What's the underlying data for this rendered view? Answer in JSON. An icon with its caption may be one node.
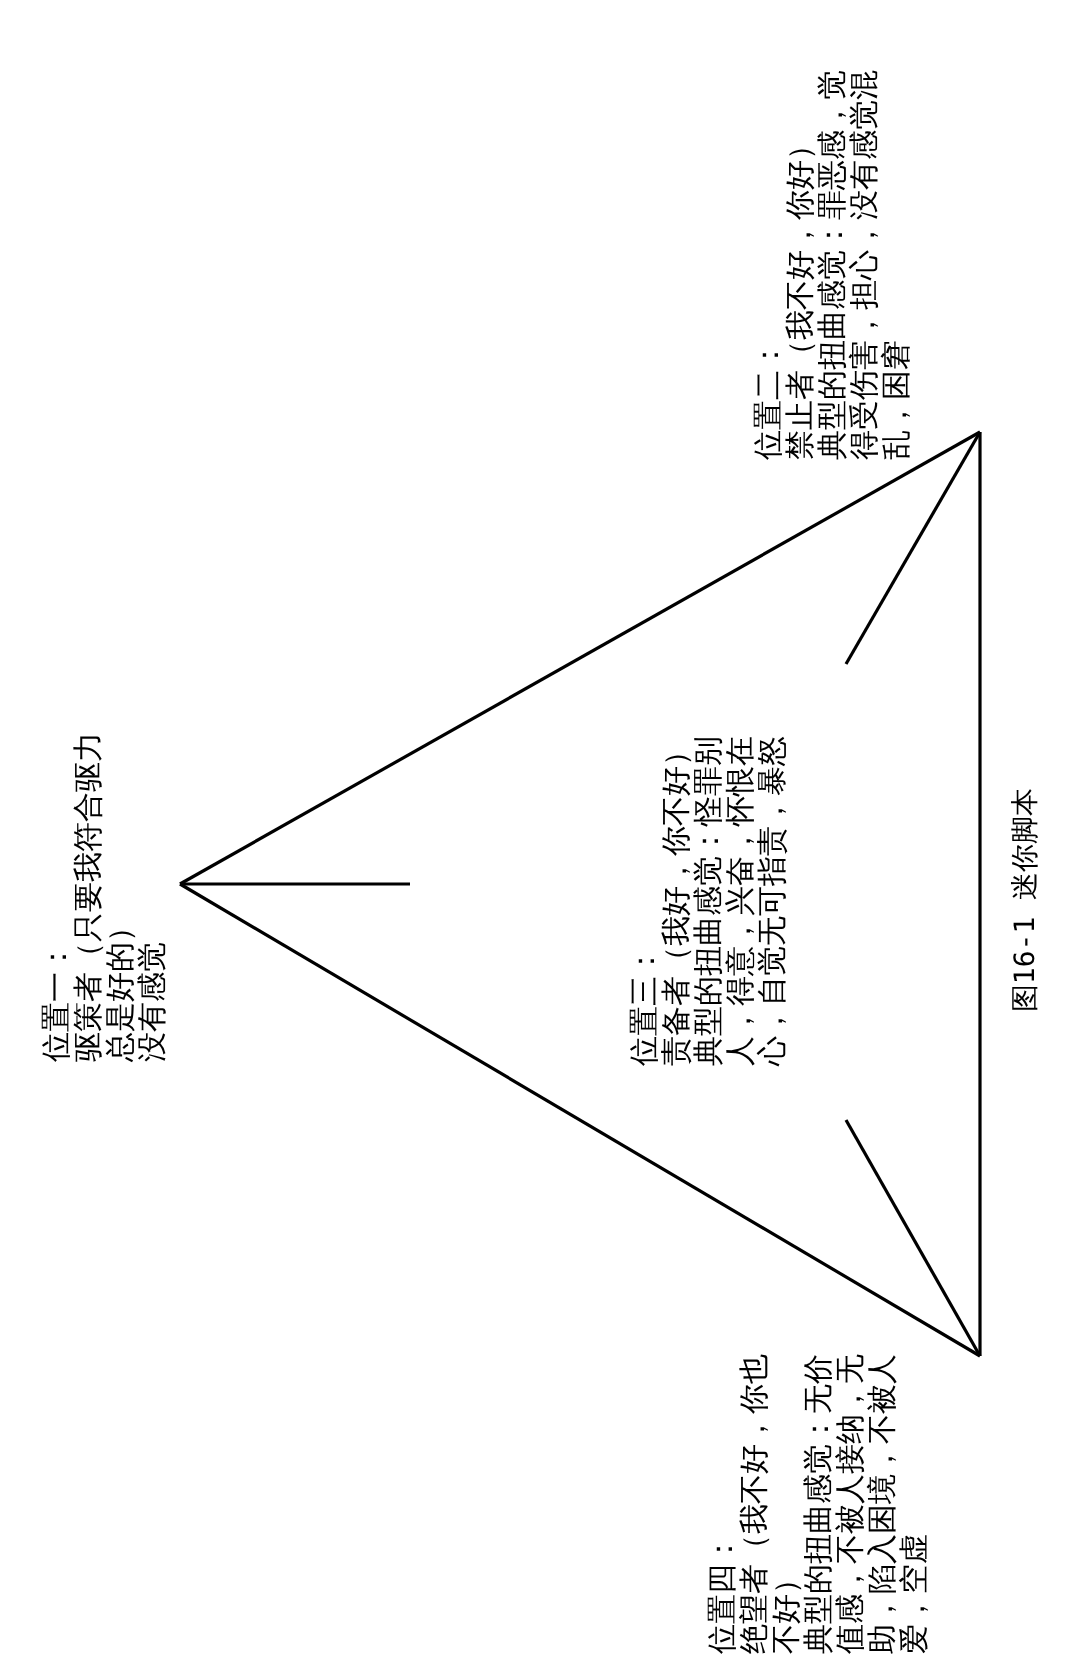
{
  "diagram": {
    "caption": "图16-1 迷你脚本",
    "nodes": [
      {
        "text": [
          "位置一：",
          "驱策者（只要我符合驱力总是好的）",
          "没有感觉"
        ]
      },
      {
        "text": [
          "位置二：",
          "禁止者（我不好，你好）",
          "典型的扭曲感觉：罪恶感，觉得受伤害，担心，没有感觉混乱，困窘"
        ]
      },
      {
        "text": [
          "位置三：",
          "责备者（我好，你不好）",
          "典型的扭曲感觉：怪罪别人，得意，兴奋，怀恨在心，自觉无可指责，暴怒"
        ]
      },
      {
        "text": [
          "位置四：",
          "绝望者（我不好，你也不好）",
          "典型的扭曲感觉：无价值感，不被人接纳，无助，陷入困境，不被人爱，空虚"
        ]
      }
    ],
    "edges": [
      {
        "from": 0,
        "to": 1,
        "arrow": "none"
      },
      {
        "from": 0,
        "to": 3,
        "arrow": "none"
      },
      {
        "from": 1,
        "to": 3,
        "arrow": "none"
      }
    ]
  }
}
